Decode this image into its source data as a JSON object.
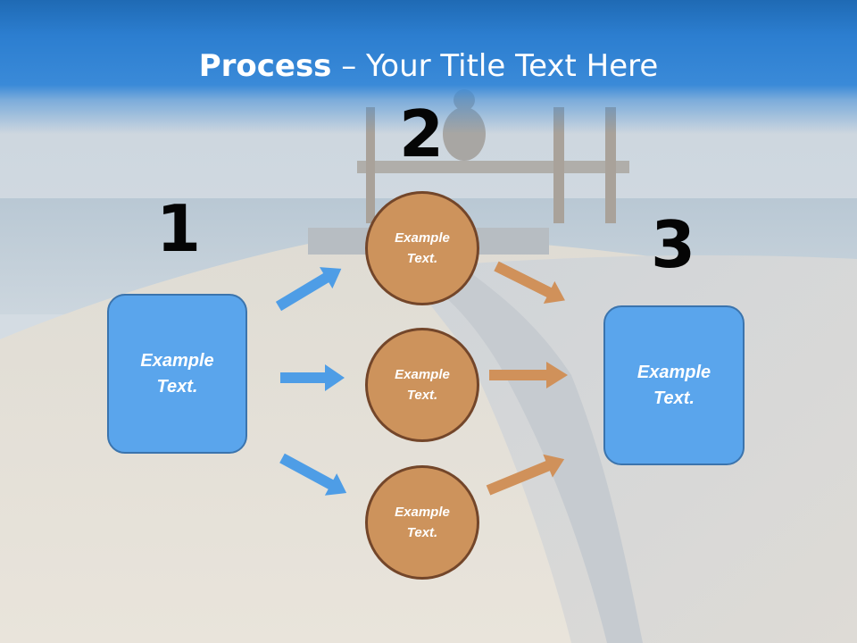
{
  "slide": {
    "title_bold": "Process",
    "title_rest": " – Your Title Text Here"
  },
  "steps": {
    "one": "1",
    "two": "2",
    "three": "3"
  },
  "source_box": {
    "text": "Example\nText."
  },
  "middle_circles": [
    {
      "text": "Example\nText."
    },
    {
      "text": "Example\nText."
    },
    {
      "text": "Example\nText."
    }
  ],
  "target_box": {
    "text": "Example\nText."
  },
  "colors": {
    "title_bar": "#2c7ed0",
    "box_fill": "#5aa5ec",
    "box_border": "#3b74ad",
    "circle_fill": "#cd935c",
    "circle_border": "#73462a",
    "blue_arrow": "#4e9de6",
    "orange_arrow": "#d0915a"
  },
  "icons": {
    "flow_arrow": "arrow-right-icon"
  }
}
